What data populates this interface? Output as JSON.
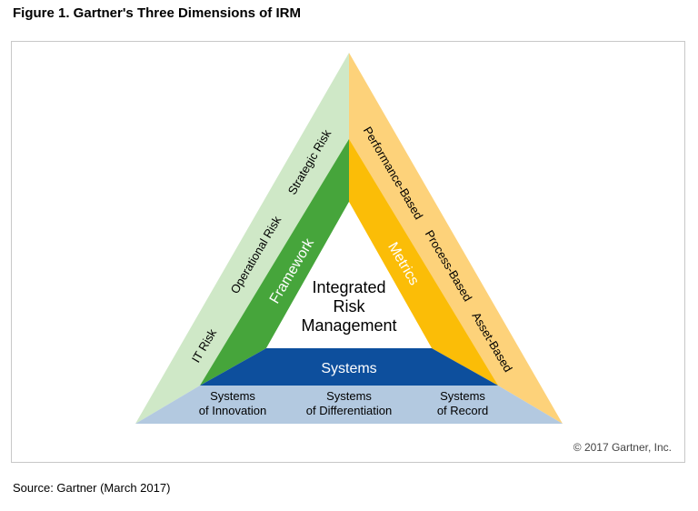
{
  "figure_title": "Figure 1. Gartner's Three Dimensions of IRM",
  "center": {
    "line1": "Integrated",
    "line2": "Risk",
    "line3": "Management"
  },
  "left_inner": "Framework",
  "right_inner": "Metrics",
  "bottom_inner": "Systems",
  "left_outer": {
    "item1": "Strategic Risk",
    "item2": "Operational Risk",
    "item3": "IT Risk"
  },
  "right_outer": {
    "item1": "Performance-Based",
    "item2": "Process-Based",
    "item3": "Asset-Based"
  },
  "bottom_outer": [
    {
      "line1": "Systems",
      "line2": "of Innovation"
    },
    {
      "line1": "Systems",
      "line2": "of Differentiation"
    },
    {
      "line1": "Systems",
      "line2": "of Record"
    }
  ],
  "copyright": "© 2017 Gartner, Inc.",
  "source": "Source: Gartner (March 2017)",
  "colors": {
    "light_green": "#cfe8c7",
    "dark_green": "#46a53b",
    "light_orange": "#fdd27a",
    "dark_orange": "#fbbd07",
    "light_blue": "#b3c9e0",
    "dark_blue": "#0d4f9d"
  }
}
